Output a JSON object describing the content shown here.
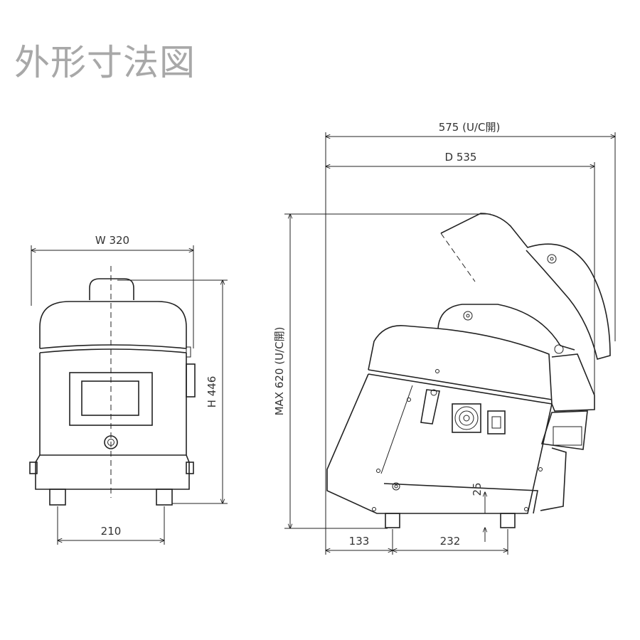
{
  "title": "外形寸法図",
  "front_view": {
    "width_label": "W 320",
    "height_label": "H 446",
    "foot_span_label": "210"
  },
  "side_view": {
    "open_depth_label": "575 (U/C開)",
    "depth_label": "D 535",
    "max_height_label": "MAX 620 (U/C開)",
    "foot_height_label": "25",
    "front_foot_label": "133",
    "foot_span_label": "232"
  }
}
